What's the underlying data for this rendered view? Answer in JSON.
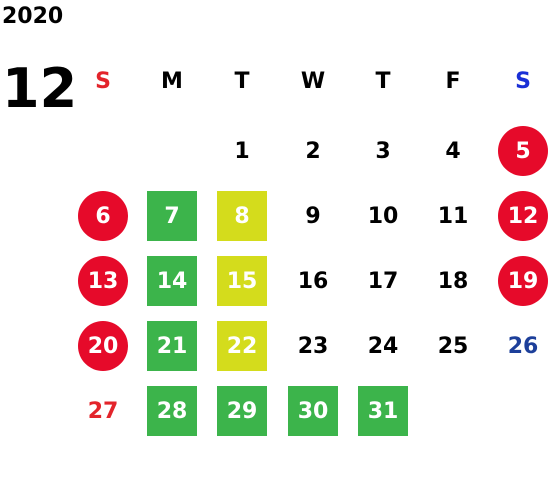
{
  "year": "2020",
  "month": "12",
  "weekdays": [
    {
      "label": "S",
      "color": "#e3242b"
    },
    {
      "label": "M",
      "color": "#000000"
    },
    {
      "label": "T",
      "color": "#000000"
    },
    {
      "label": "W",
      "color": "#000000"
    },
    {
      "label": "T",
      "color": "#000000"
    },
    {
      "label": "F",
      "color": "#000000"
    },
    {
      "label": "S",
      "color": "#1a2fd6"
    }
  ],
  "weeks": [
    [
      null,
      null,
      {
        "day": "1",
        "style": "plain"
      },
      {
        "day": "2",
        "style": "plain"
      },
      {
        "day": "3",
        "style": "plain"
      },
      {
        "day": "4",
        "style": "plain"
      },
      {
        "day": "5",
        "style": "red-circle"
      }
    ],
    [
      {
        "day": "6",
        "style": "red-circle"
      },
      {
        "day": "7",
        "style": "green"
      },
      {
        "day": "8",
        "style": "yellow"
      },
      {
        "day": "9",
        "style": "plain"
      },
      {
        "day": "10",
        "style": "plain"
      },
      {
        "day": "11",
        "style": "plain"
      },
      {
        "day": "12",
        "style": "red-circle"
      }
    ],
    [
      {
        "day": "13",
        "style": "red-circle"
      },
      {
        "day": "14",
        "style": "green"
      },
      {
        "day": "15",
        "style": "yellow"
      },
      {
        "day": "16",
        "style": "plain"
      },
      {
        "day": "17",
        "style": "plain"
      },
      {
        "day": "18",
        "style": "plain"
      },
      {
        "day": "19",
        "style": "red-circle"
      }
    ],
    [
      {
        "day": "20",
        "style": "red-circle"
      },
      {
        "day": "21",
        "style": "green"
      },
      {
        "day": "22",
        "style": "yellow"
      },
      {
        "day": "23",
        "style": "plain"
      },
      {
        "day": "24",
        "style": "plain"
      },
      {
        "day": "25",
        "style": "plain"
      },
      {
        "day": "26",
        "style": "blue-text"
      }
    ],
    [
      {
        "day": "27",
        "style": "red-text"
      },
      {
        "day": "28",
        "style": "green"
      },
      {
        "day": "29",
        "style": "green"
      },
      {
        "day": "30",
        "style": "green"
      },
      {
        "day": "31",
        "style": "green"
      },
      null,
      null
    ]
  ],
  "colors": {
    "holiday_red": "#e60a2a",
    "green": "#3cb44b",
    "yellow": "#d4dc1c",
    "sunday_text": "#e3242b",
    "saturday_text": "#1d3f9a"
  }
}
